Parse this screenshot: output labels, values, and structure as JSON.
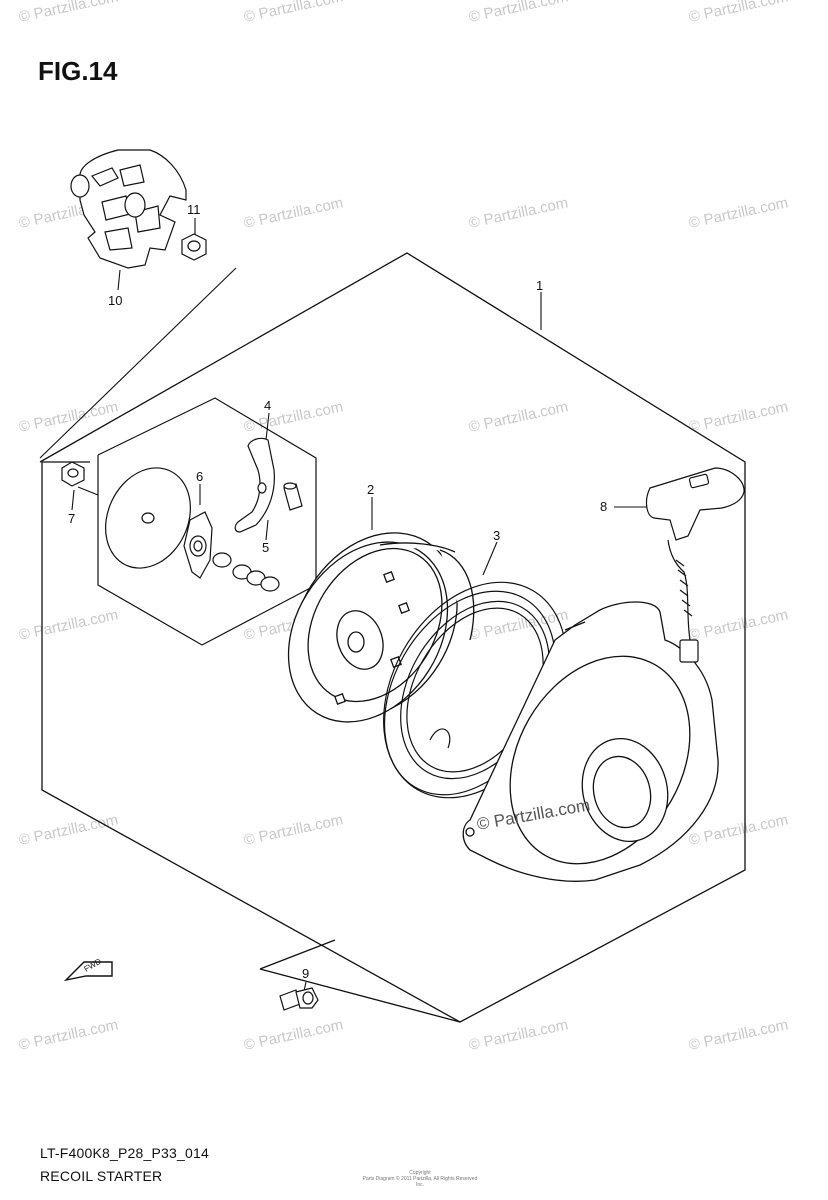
{
  "figure": {
    "title": "FIG.14",
    "model_code": "LT-F400K8_P28_P33_014",
    "assembly_name": "RECOIL STARTER"
  },
  "watermark": {
    "text": "© Partzilla.com",
    "center_brand": "© Partzilla.com"
  },
  "copyright": {
    "line1": "Copyright",
    "line2": "Parts Diagram © 2011 Partzilla, All Rights Reserved Inc."
  },
  "callouts": {
    "c1": "1",
    "c2": "2",
    "c3": "3",
    "c4": "4",
    "c5": "5",
    "c6": "6",
    "c7": "7",
    "c8": "8",
    "c9": "9",
    "c10": "10",
    "c11": "11"
  },
  "direction_marker": {
    "label": "FWD"
  },
  "colors": {
    "line": "#111111",
    "watermark": "#c8c8c8",
    "background": "#ffffff"
  }
}
